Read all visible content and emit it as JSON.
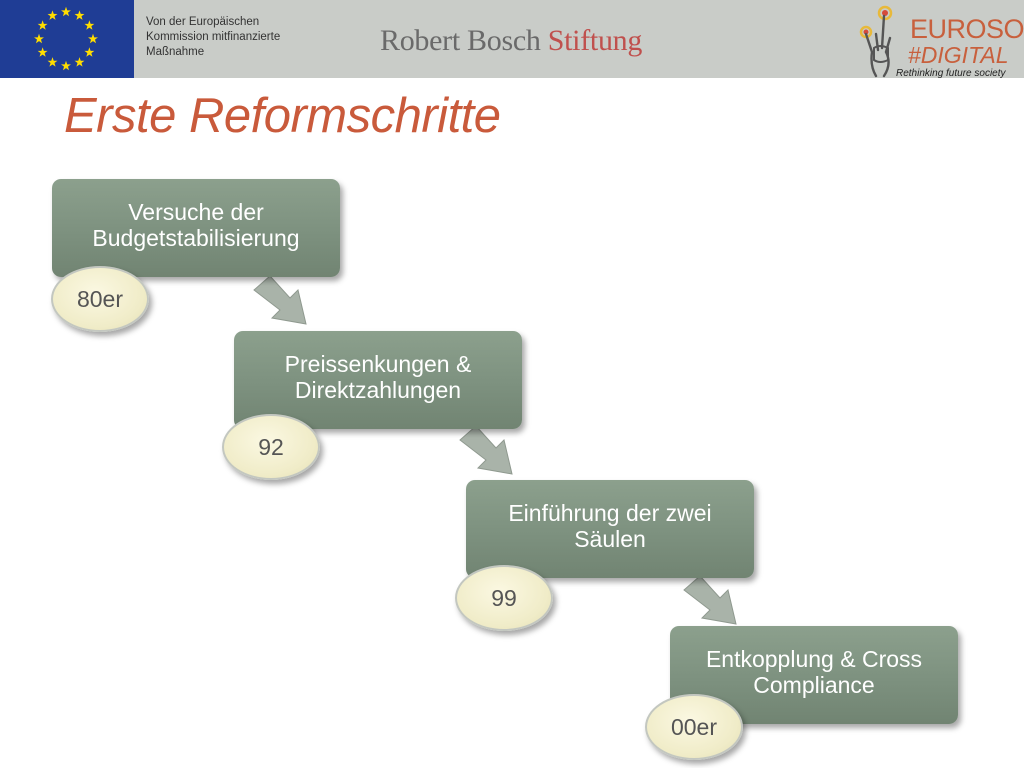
{
  "header": {
    "eu_text": [
      "Von der Europäischen",
      "Kommission mitfinanzierte",
      "Maßnahme"
    ],
    "bosch_part1": "Robert Bosch",
    "bosch_part2": "Stiftung",
    "eurosoc_line1": "EUROSOC",
    "eurosoc_line2": "#DIGITAL",
    "eurosoc_tagline": "Rethinking future society"
  },
  "title": "Erste Reformschritte",
  "steps": [
    {
      "label": "Versuche der Budgetstabilisierung",
      "period": "80er"
    },
    {
      "label": "Preissenkungen & Direktzahlungen",
      "period": "92"
    },
    {
      "label": "Einführung der zwei Säulen",
      "period": "99"
    },
    {
      "label": "Entkopplung & Cross Compliance",
      "period": "00er"
    }
  ],
  "colors": {
    "box": "#7d917f",
    "badge": "#f3efcf",
    "title": "#c95a3b",
    "eu_blue": "#1f3d95",
    "eu_star": "#ffdd00",
    "header_bg": "#c9ccc8"
  }
}
